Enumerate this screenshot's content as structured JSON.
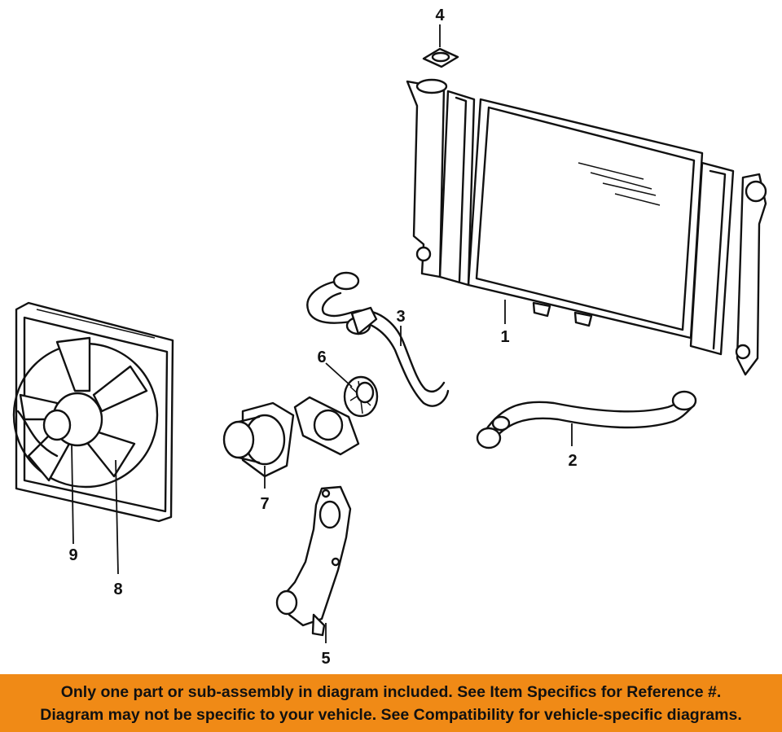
{
  "callouts": [
    "1",
    "2",
    "3",
    "4",
    "5",
    "6",
    "7",
    "8",
    "9"
  ],
  "footer": {
    "line1": "Only one part or sub-assembly in diagram included. See Item Specifics for Reference #.",
    "line2": "Diagram may not be specific to your vehicle. See Compatibility for vehicle-specific diagrams."
  },
  "colors": {
    "banner": "#f08a16",
    "ink": "#111111",
    "background": "#ffffff"
  }
}
